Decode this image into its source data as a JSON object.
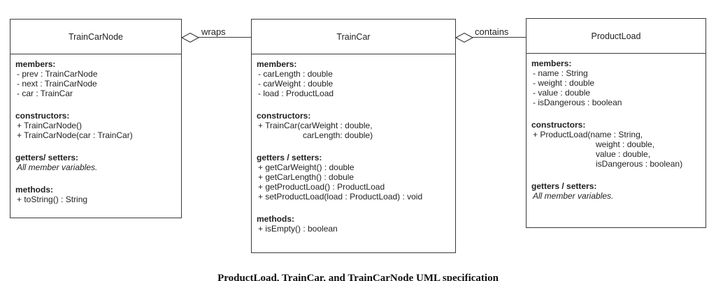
{
  "diagram": {
    "caption": "ProductLoad, TrainCar, and TrainCarNode UML specification",
    "colors": {
      "line": "#3a3a3a",
      "text": "#1f1f1f",
      "background": "#ffffff"
    },
    "connectors": [
      {
        "label": "wraps",
        "type": "aggregation-diamond"
      },
      {
        "label": "contains",
        "type": "aggregation-diamond"
      }
    ],
    "classes": [
      {
        "name": "TrainCarNode",
        "sections": [
          {
            "title": "members:",
            "lines": [
              "- prev : TrainCarNode",
              "- next : TrainCarNode",
              "- car : TrainCar"
            ]
          },
          {
            "title": "constructors:",
            "lines": [
              "+ TrainCarNode()",
              "+ TrainCarNode(car : TrainCar)"
            ]
          },
          {
            "title": "getters/ setters:",
            "lines": [
              "All member variables."
            ]
          },
          {
            "title": "methods:",
            "lines": [
              "+ toString() : String"
            ]
          }
        ]
      },
      {
        "name": "TrainCar",
        "sections": [
          {
            "title": "members:",
            "lines": [
              "- carLength : double",
              "- carWeight : double",
              "- load : ProductLoad"
            ]
          },
          {
            "title": "constructors:",
            "lines": [
              "+ TrainCar(carWeight : double,",
              "carLength: double)"
            ]
          },
          {
            "title": "getters / setters:",
            "lines": [
              "+ getCarWeight() : double",
              "+ getCarLength() : dobule",
              "+ getProductLoad() : ProductLoad",
              "+ setProductLoad(load : ProductLoad) : void"
            ]
          },
          {
            "title": "methods:",
            "lines": [
              "+ isEmpty() : boolean"
            ]
          }
        ]
      },
      {
        "name": "ProductLoad",
        "sections": [
          {
            "title": "members:",
            "lines": [
              "- name : String",
              "- weight : double",
              "- value : double",
              "- isDangerous : boolean"
            ]
          },
          {
            "title": "constructors:",
            "lines": [
              "+ ProductLoad(name : String,",
              "weight : double,",
              "value : double,",
              "isDangerous : boolean)"
            ]
          },
          {
            "title": "getters / setters:",
            "lines": [
              "All member variables."
            ]
          }
        ]
      }
    ]
  }
}
